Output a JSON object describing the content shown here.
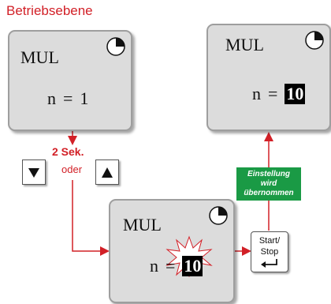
{
  "title": "Betriebsebene",
  "panel_top_left": {
    "label": "MUL",
    "n_label": "n",
    "equals": "=",
    "value": "1"
  },
  "panel_top_right": {
    "label": "MUL",
    "n_label": "n",
    "equals": "=",
    "value": "10"
  },
  "panel_bottom": {
    "label": "MUL",
    "n_label": "n",
    "equals": "=",
    "value": "10"
  },
  "hold_time": "2 Sek.",
  "or_text": "oder",
  "start_stop": {
    "line1": "Start/",
    "line2": "Stop"
  },
  "confirm_box": {
    "line1": "Einstellung",
    "line2": "wird",
    "line3": "übernommen"
  },
  "colors": {
    "accent_red": "#d22027",
    "green": "#1a9a45",
    "panel_bg": "#dcdcdc"
  }
}
